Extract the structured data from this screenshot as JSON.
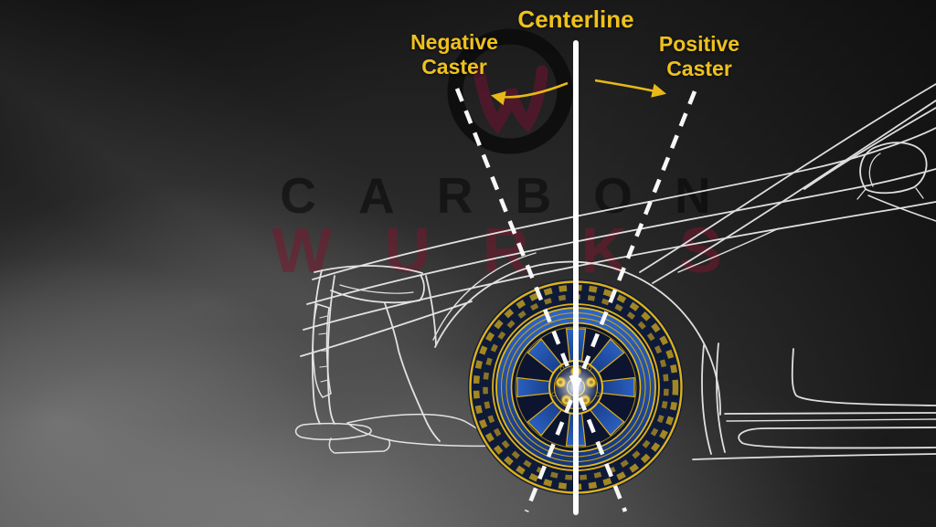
{
  "diagram": {
    "centerline_label": "Centerline",
    "negative_caster_line1": "Negative",
    "negative_caster_line2": "Caster",
    "positive_caster_line1": "Positive",
    "positive_caster_line2": "Caster"
  },
  "watermark": {
    "brand_line1": "CARBON",
    "brand_line2": "WURKS"
  },
  "icons": {
    "left_arrow": "curved-arrow-left-icon",
    "right_arrow": "curved-arrow-right-icon",
    "logo": "carbon-wurks-logo-watermark"
  },
  "colors": {
    "label_yellow": "#EFC11D",
    "arrow_yellow": "#E9B918",
    "centerline_white": "#FDFDFD",
    "caster_line_white": "#F7F7F7",
    "car_outline_white": "#EFEFEF",
    "rim_blue": "#1E4FA8",
    "tire_navy": "#0E1A38",
    "wheel_accent_yellow": "#DDB11A",
    "watermark_red": "#55172B",
    "watermark_dark": "#0A0A0A"
  }
}
